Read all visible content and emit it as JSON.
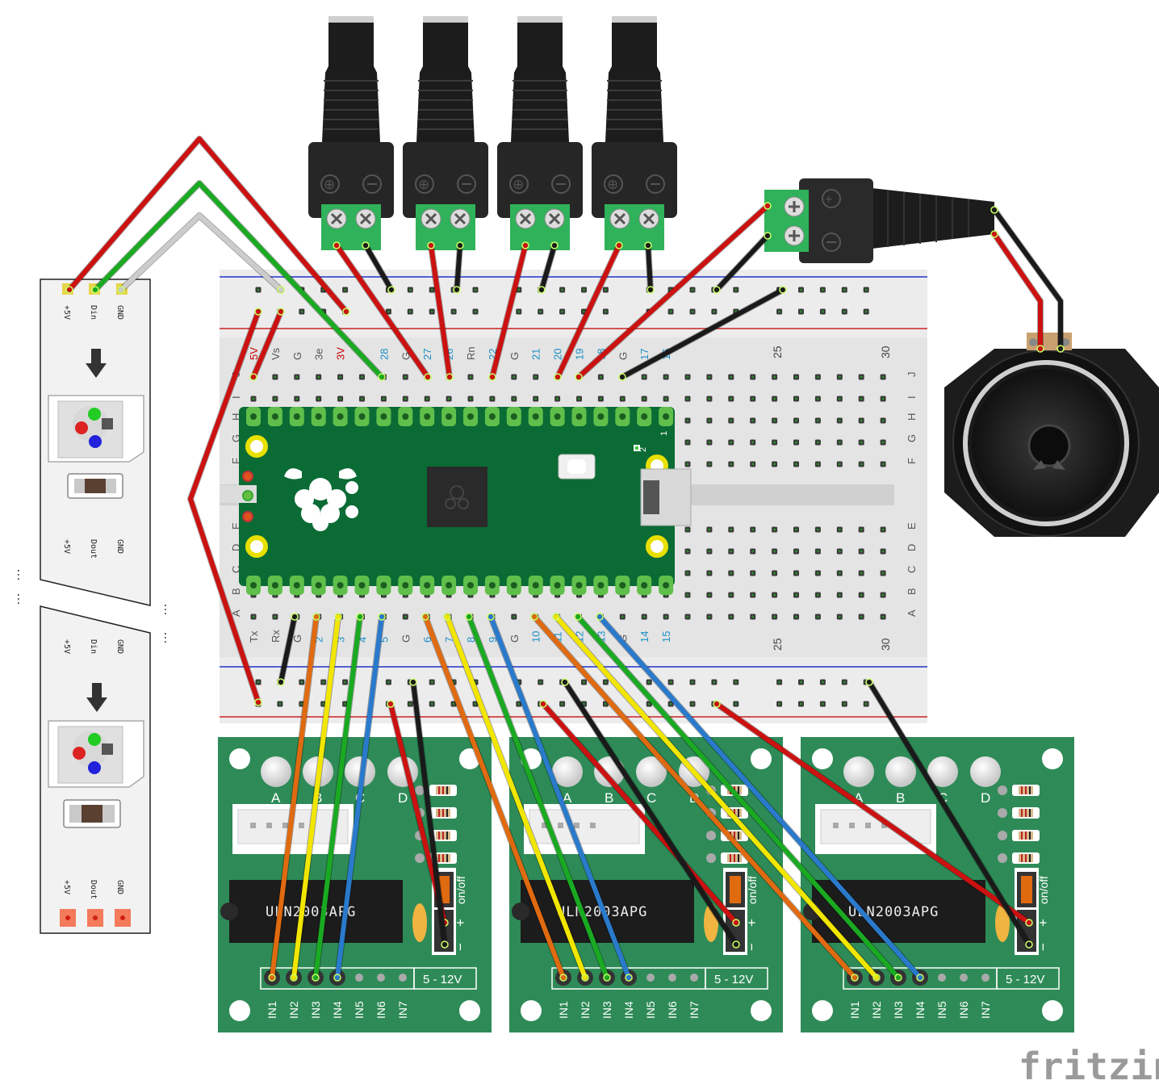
{
  "watermark": "fritzing",
  "strip": {
    "seg1_top_pins": [
      "+5V",
      "Din",
      "GND"
    ],
    "seg1_bottom_pins": [
      "+5V",
      "Dout",
      "GND"
    ],
    "seg2_top_pins": [
      "+5V",
      "Din",
      "GND"
    ],
    "seg2_bottom_pins": [
      "+5V",
      "Dout",
      "GND"
    ],
    "ellipsis": "…"
  },
  "breadboard": {
    "top_labels": [
      "5V",
      "Vs",
      "G",
      "3e",
      "3V",
      "",
      "28",
      "G",
      "27",
      "26",
      "Rn",
      "22",
      "G",
      "21",
      "20",
      "19",
      "18",
      "G",
      "17",
      "16"
    ],
    "top_label_colors": [
      "#cc0000",
      "#555555",
      "#555555",
      "#555555",
      "#cc0000",
      "#1a8fc7",
      "#1a8fc7",
      "#555555",
      "#1a8fc7",
      "#1a8fc7",
      "#555555",
      "#1a8fc7",
      "#555555",
      "#1a8fc7",
      "#1a8fc7",
      "#1a8fc7",
      "#1a8fc7",
      "#555555",
      "#1a8fc7",
      "#1a8fc7"
    ],
    "bottom_labels": [
      "Tx",
      "Rx",
      "G",
      "2",
      "3",
      "4",
      "5",
      "G",
      "6",
      "7",
      "8",
      "9",
      "G",
      "10",
      "11",
      "12",
      "13",
      "G",
      "14",
      "15"
    ],
    "bottom_label_colors": [
      "#555555",
      "#555555",
      "#555555",
      "#1a8fc7",
      "#1a8fc7",
      "#1a8fc7",
      "#1a8fc7",
      "#555555",
      "#1a8fc7",
      "#1a8fc7",
      "#1a8fc7",
      "#1a8fc7",
      "#555555",
      "#1a8fc7",
      "#1a8fc7",
      "#1a8fc7",
      "#1a8fc7",
      "#555555",
      "#1a8fc7",
      "#1a8fc7"
    ],
    "col_markers": [
      "25",
      "30"
    ],
    "row_letters_top": [
      "J",
      "I",
      "H",
      "G",
      "F"
    ],
    "row_letters_bottom": [
      "E",
      "D",
      "C",
      "B",
      "A"
    ]
  },
  "pico": {
    "pin1": "1",
    "pin2": "2"
  },
  "dc_jacks": {
    "plus": "⊕",
    "minus": "⊖",
    "count": 4
  },
  "drivers": [
    {
      "leds": [
        "A",
        "B",
        "C",
        "D"
      ],
      "chip": "ULN2003APG",
      "inputs": [
        "IN1",
        "IN2",
        "IN3",
        "IN4",
        "IN5",
        "IN6",
        "IN7"
      ],
      "voltage": "5 - 12V",
      "switch": "on/off",
      "plus": "+",
      "minus": "−"
    },
    {
      "leds": [
        "A",
        "B",
        "C",
        "D"
      ],
      "chip": "ULN2003APG",
      "inputs": [
        "IN1",
        "IN2",
        "IN3",
        "IN4",
        "IN5",
        "IN6",
        "IN7"
      ],
      "voltage": "5 - 12V",
      "switch": "on/off",
      "plus": "+",
      "minus": "−"
    },
    {
      "leds": [
        "A",
        "B",
        "C",
        "D"
      ],
      "chip": "ULN2003APG",
      "inputs": [
        "IN1",
        "IN2",
        "IN3",
        "IN4",
        "IN5",
        "IN6",
        "IN7"
      ],
      "voltage": "5 - 12V",
      "switch": "on/off",
      "plus": "+",
      "minus": "−"
    }
  ],
  "colors": {
    "red": "#cc1111",
    "green": "#1aaa22",
    "yellow": "#f2e600",
    "orange": "#e06a10",
    "blue": "#2a7acc",
    "black": "#1a1a1a",
    "white": "#cccccc",
    "pcb_green": "#2e8b57",
    "pico_green": "#0b6b35",
    "breadboard": "#e6e6e6"
  }
}
